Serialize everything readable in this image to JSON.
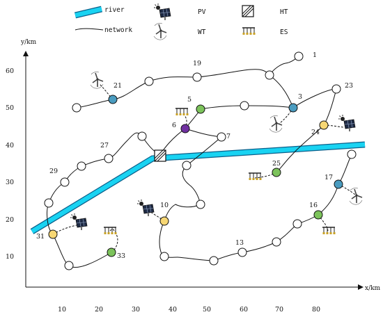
{
  "legend": {
    "river": "river",
    "network": "network",
    "pv": "PV",
    "wt": "WT",
    "ht": "HT",
    "es": "ES"
  },
  "axes": {
    "y_label": "y/km",
    "x_label": "x/km",
    "y_ticks": [
      "10",
      "20",
      "30",
      "40",
      "50",
      "60"
    ],
    "x_ticks": [
      "10",
      "20",
      "30",
      "40",
      "50",
      "60",
      "70",
      "80"
    ]
  },
  "node_labels": {
    "n1": "1",
    "n3": "3",
    "n5": "5",
    "n6": "6",
    "n7": "7",
    "n10": "10",
    "n13": "13",
    "n16": "16",
    "n17": "17",
    "n19": "19",
    "n21": "21",
    "n23": "23",
    "n24": "24",
    "n25": "25",
    "n27": "27",
    "n29": "29",
    "n31": "31",
    "n33": "33"
  },
  "colors": {
    "river": "#19d3f2",
    "pv_node": "#f7d774",
    "wt_node": "#4a9cc0",
    "es_node": "#7cc35b",
    "ht_node": "#7030a0",
    "plain_node": "#ffffff"
  }
}
